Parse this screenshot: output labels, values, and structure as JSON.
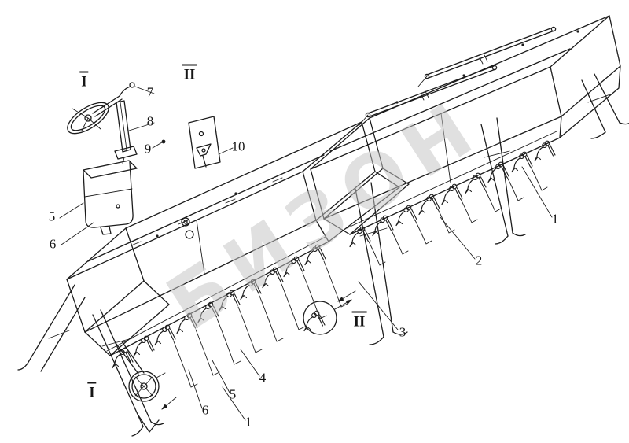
{
  "figure": {
    "watermark": "БИЗОН"
  },
  "callouts": {
    "view_I_top": "I",
    "view_II_top": "II",
    "part_7": "7",
    "part_8": "8",
    "part_9": "9",
    "part_10": "10",
    "part_5_detail": "5",
    "part_6_detail": "6",
    "part_1_right": "1",
    "part_2": "2",
    "part_3": "3",
    "view_II_mid": "II",
    "part_4": "4",
    "part_5_bottom": "5",
    "part_6_bottom": "6",
    "part_1_bottom": "1",
    "view_I_bottom": "I"
  },
  "colors": {
    "line": "#1c1c1c",
    "watermark": "#c3c3c3",
    "background": "#ffffff"
  }
}
